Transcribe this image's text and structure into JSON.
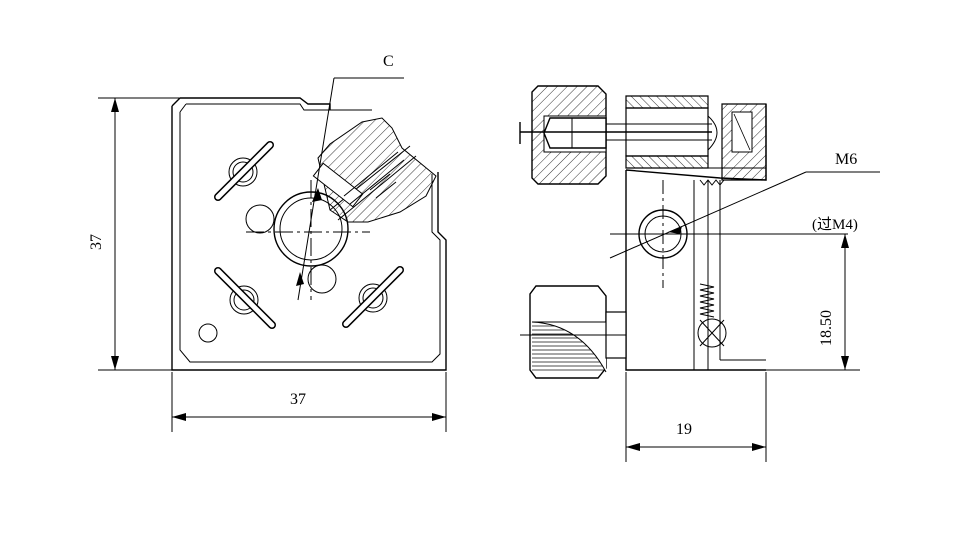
{
  "labels": {
    "callout_c": "C",
    "callout_thread": "M6",
    "callout_thread_note": "(过M4)",
    "dim_front_height": "37",
    "dim_front_width": "37",
    "dim_side_width": "19",
    "dim_side_height": "18.50"
  }
}
